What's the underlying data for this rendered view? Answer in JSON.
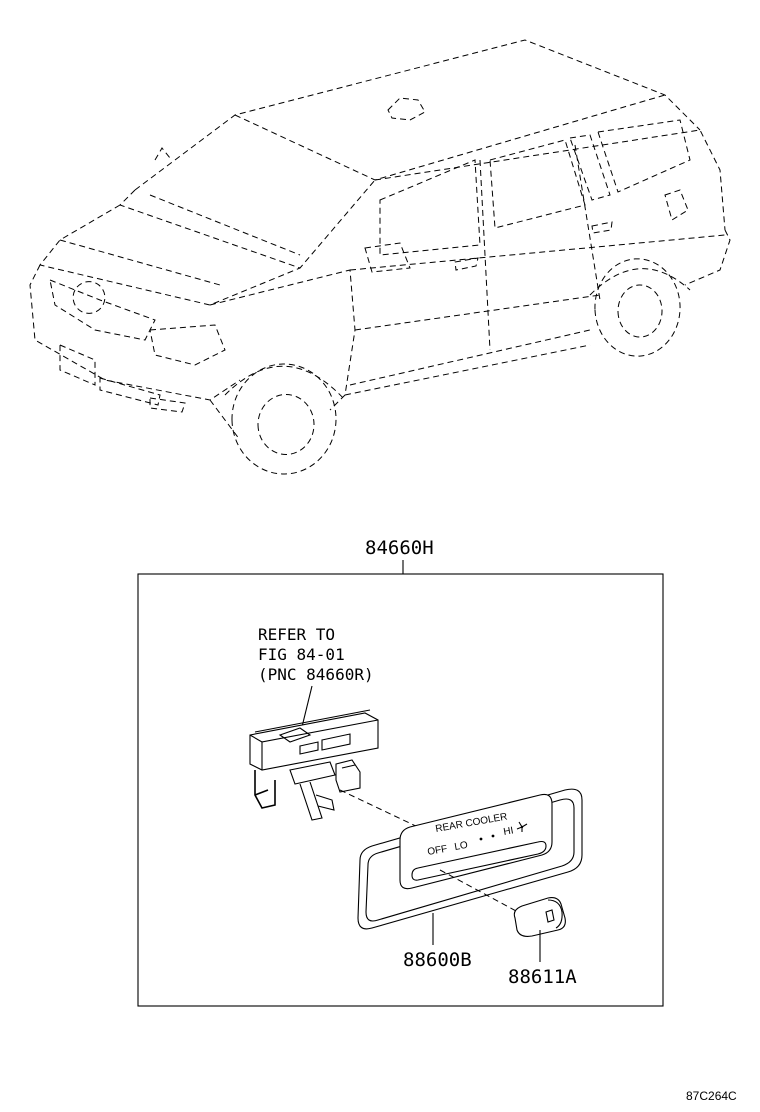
{
  "diagram": {
    "callouts": {
      "assembly": "84660H",
      "panel": "88600B",
      "knob": "88611A"
    },
    "refer_note": {
      "line1": "REFER TO",
      "line2": "FIG 84-01",
      "line3": "(PNC 84660R)"
    },
    "panel_face": {
      "title": "REAR COOLER",
      "off": "OFF",
      "lo": "LO",
      "hi": "HI"
    },
    "figure_code": "87C264C"
  }
}
